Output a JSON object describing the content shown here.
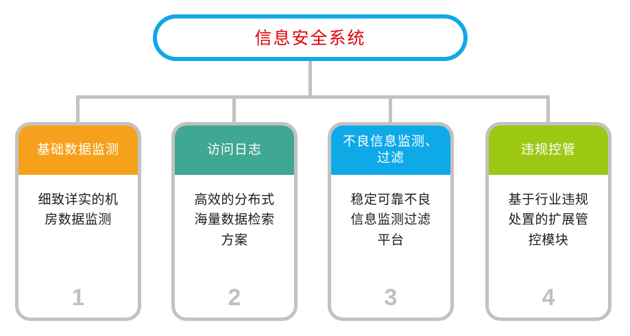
{
  "diagram": {
    "type": "organization-tree",
    "background_color": "#ffffff",
    "connector_color": "#c2c2c2",
    "root": {
      "label": "信息安全系统",
      "text_color": "#e00000",
      "border_color": "#0fa9e6"
    },
    "nodes": [
      {
        "title": "基础数据监测",
        "description": "细致详实的机房数据监测",
        "number": "1",
        "header_color": "#f5a11b",
        "border_color": "#c2c2c2"
      },
      {
        "title": "访问日志",
        "description": "高效的分布式海量数据检索方案",
        "number": "2",
        "header_color": "#3fa793",
        "border_color": "#c2c2c2"
      },
      {
        "title": "不良信息监测、过滤",
        "description": "稳定可靠不良信息监测过滤平台",
        "number": "3",
        "header_color": "#0eaae8",
        "border_color": "#c2c2c2"
      },
      {
        "title": "违规控管",
        "description": "基于行业违规处置的扩展管控模块",
        "number": "4",
        "header_color": "#9cc814",
        "border_color": "#c2c2c2"
      }
    ]
  }
}
